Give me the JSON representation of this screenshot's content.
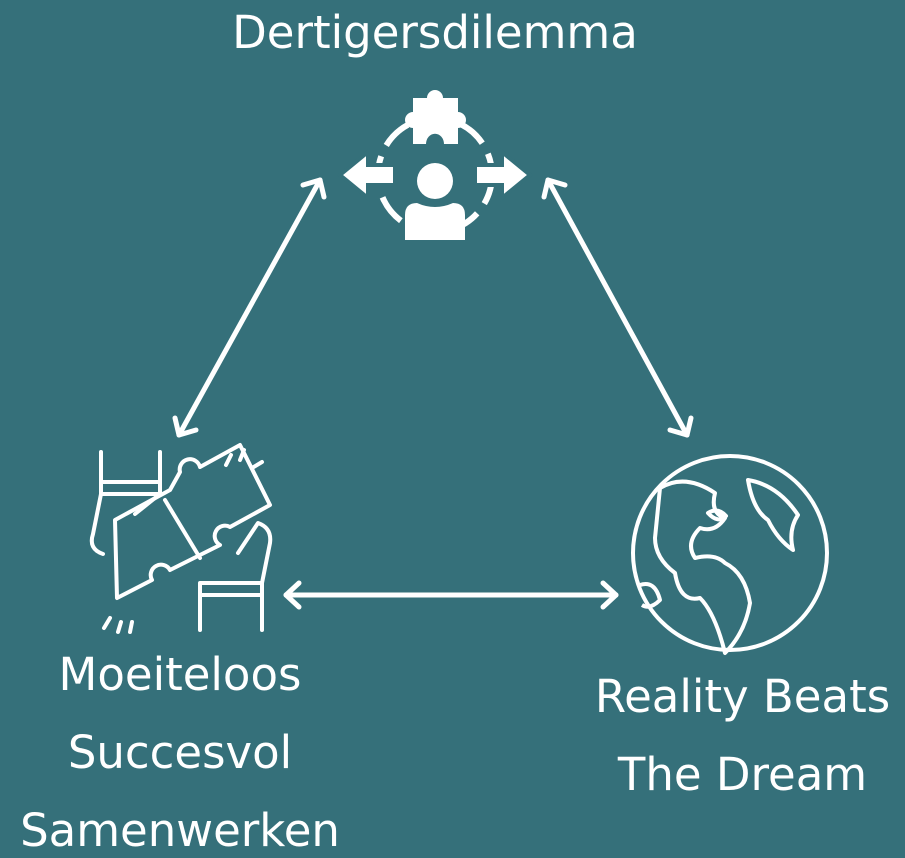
{
  "nodes": {
    "top": {
      "label": "Dertigersdilemma",
      "icon": "person-puzzle-arrows-icon"
    },
    "left": {
      "label_lines": [
        "Moeiteloos",
        "Succesvol",
        "Samenwerken"
      ],
      "icon": "hands-puzzle-icon"
    },
    "right": {
      "label_lines": [
        "Reality Beats",
        "The Dream"
      ],
      "icon": "globe-icon"
    }
  },
  "colors": {
    "background": "#35707a",
    "foreground": "#ffffff"
  }
}
